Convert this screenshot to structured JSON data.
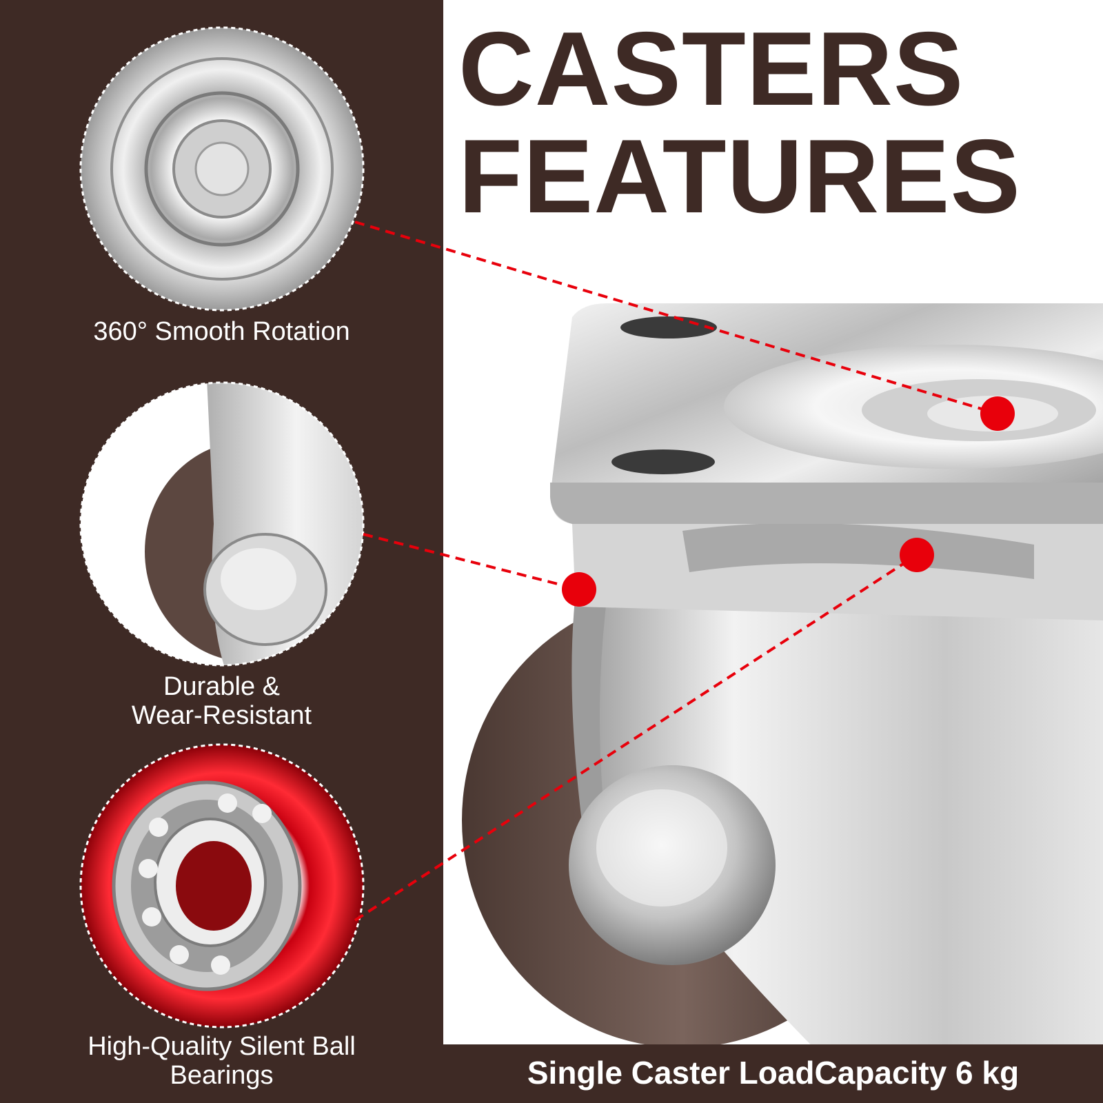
{
  "title": {
    "line1": "CASTERS",
    "line2": "FEATURES"
  },
  "features": [
    {
      "line1": "360° Smooth Rotation",
      "line2": ""
    },
    {
      "line1": "Durable &",
      "line2": "Wear-Resistant"
    },
    {
      "line1": "High-Quality Silent Ball",
      "line2": "Bearings"
    }
  ],
  "footer": {
    "text": "Single Caster LoadCapacity 6 kg"
  },
  "colors": {
    "panel": "#3e2a25",
    "marker": "#e8000b",
    "background": "#ffffff"
  }
}
